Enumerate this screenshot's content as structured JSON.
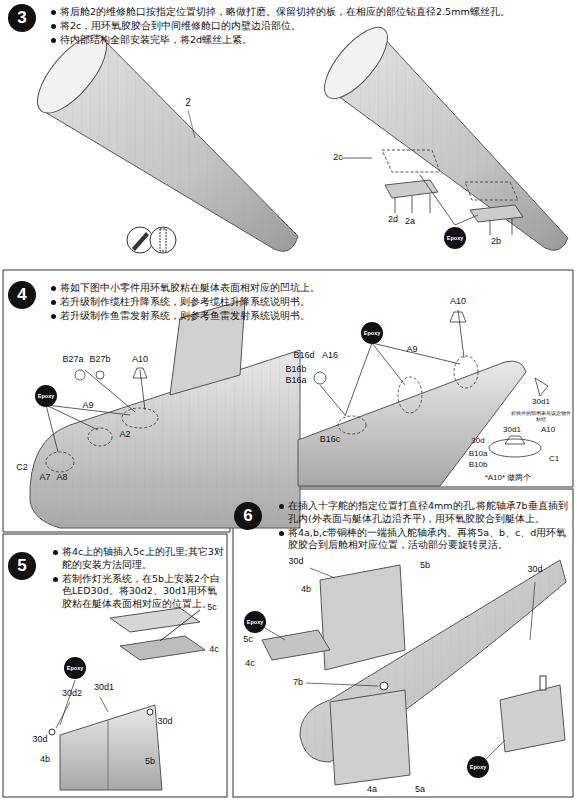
{
  "diagram": {
    "nodes": [
      {
        "text": [
          "将后舱2的维修舱口按指定位置切掉，略做打磨。保留切掉的板，在相应的部位钻直径2.5mm螺丝孔。",
          "将2c，用环氧胶胶合到中间维修舱口的内壁边沿部位。",
          "待内部结构全部安装完毕，将2d螺丝上紧。"
        ]
      },
      {
        "text": [
          "3"
        ],
        "in": 0
      },
      {
        "text": [
          "将如下图中小零件用环氧胶粘在艇体表面相对应的凹坑上。",
          "若升级制作缆柱升降系统，则参考缆柱升降系统说明书。",
          "若升级制作鱼雷发射系统，则参考鱼雷发射系统说明书。"
        ]
      },
      {
        "text": [
          "4"
        ],
        "in": 2
      },
      {
        "text": [
          "将4c上的轴插入5c上的孔里;其它3对舵的安装方法同理。",
          "若制作灯光系统，在5b上安装2个白色LED30d。将30d2、30d1用环氧胶粘在艇体表面相对应的位置上。"
        ]
      },
      {
        "text": [
          "5"
        ],
        "in": 4
      },
      {
        "text": [
          "在插入十字舵的指定位置打直径4mm的孔,将舵轴承7b垂直插到孔内(外表面与艇体孔边沿齐平)，用环氧胶胶合到艇体上。",
          "将4a,b,c带铜棒的一端插入舵轴承内。再将5a、b、c、d用环氧胶胶合到后舱相对应位置，活动部分要旋转灵活。"
        ]
      },
      {
        "text": [
          "6"
        ],
        "in": 6
      }
    ],
    "labels": [
      "2",
      "2c",
      "2d",
      "2a",
      "2b",
      "Epoxy",
      "B27a",
      "B27b",
      "A10",
      "A2",
      "Epoxy",
      "A7",
      "A8",
      "A9",
      "C2",
      "A10",
      "B16d",
      "A16",
      "B16b",
      "B16a",
      "Epoxy",
      "A9",
      "B16c",
      "30d1",
      "折线外的部用来与该定物件粘结",
      "30d1",
      "A10",
      "30d",
      "B10a",
      "B10b",
      "C1",
      "*A10* 做两个",
      "5c",
      "4c",
      "Epoxy",
      "30d1",
      "30d2",
      "30d",
      "30d",
      "4b",
      "5b",
      "30d",
      "5b",
      "4b",
      "30d",
      "Epoxy",
      "5c",
      "4c",
      "7b",
      "4a",
      "5a",
      "Epoxy"
    ]
  }
}
